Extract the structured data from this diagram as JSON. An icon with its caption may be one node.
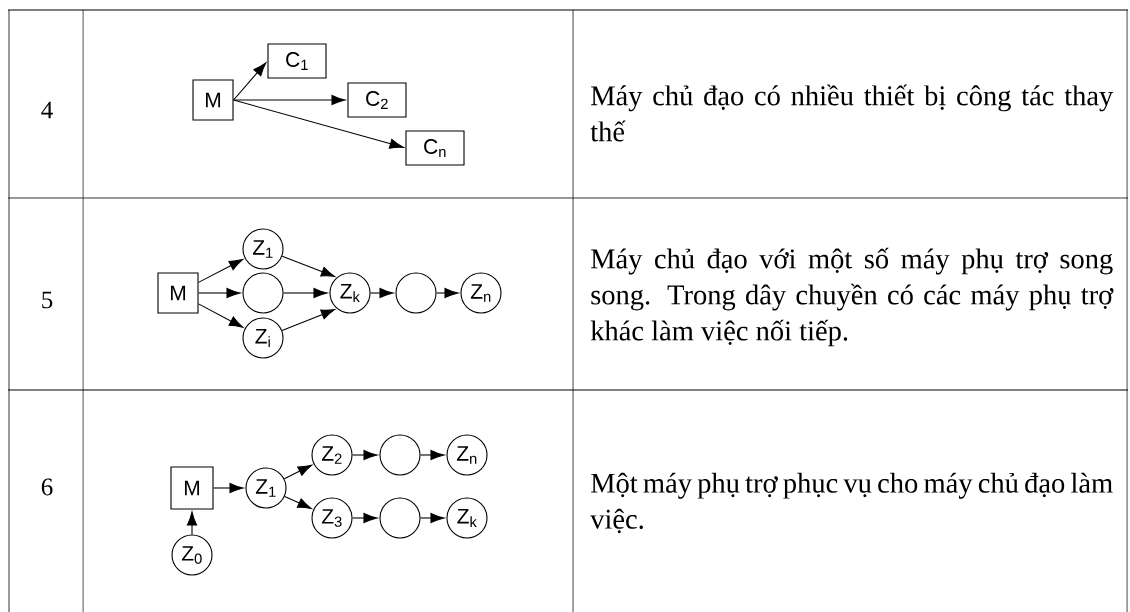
{
  "diagram": {
    "nodes": [
      {
        "text": [
          "M"
        ]
      },
      {
        "text": [
          "C$_{1}$"
        ]
      },
      {
        "text": [
          "C$_{2}$"
        ]
      },
      {
        "text": [
          "C$_{n}$"
        ]
      },
      {
        "text": [
          "M"
        ]
      },
      {
        "text": [
          "Z$_{1}$"
        ]
      },
      {
        "text": [],
        "shape": "circle"
      },
      {
        "text": [
          "Z$_{i}$"
        ]
      },
      {
        "text": [
          "Z$_{k}$"
        ]
      },
      {
        "text": [],
        "shape": "circle"
      },
      {
        "text": [
          "Z$_{n}$"
        ]
      },
      {
        "text": [
          "M"
        ]
      },
      {
        "text": [
          "Z$_{1}$"
        ]
      },
      {
        "text": [
          "Z$_{2}$"
        ]
      },
      {
        "text": [],
        "shape": "circle"
      },
      {
        "text": [
          "Z$_{n}$"
        ]
      },
      {
        "text": [
          "Z$_{3}$"
        ]
      },
      {
        "text": [],
        "shape": "circle"
      },
      {
        "text": [
          "Z$_{k}$"
        ]
      },
      {
        "text": [
          "Z$_{0}$"
        ]
      }
    ],
    "edges": [
      {
        "from": 0,
        "to": 1,
        "arrow": "to"
      },
      {
        "from": 0,
        "to": 2,
        "arrow": "to"
      },
      {
        "from": 0,
        "to": 3,
        "arrow": "to"
      },
      {
        "from": 4,
        "to": 5,
        "arrow": "to"
      },
      {
        "from": 4,
        "to": 6,
        "arrow": "to"
      },
      {
        "from": 4,
        "to": 7,
        "arrow": "to"
      },
      {
        "from": 5,
        "to": 8,
        "arrow": "to"
      },
      {
        "from": 6,
        "to": 8,
        "arrow": "to"
      },
      {
        "from": 7,
        "to": 8,
        "arrow": "to"
      },
      {
        "from": 8,
        "to": 9,
        "arrow": "to"
      },
      {
        "from": 9,
        "to": 10,
        "arrow": "to"
      },
      {
        "from": 11,
        "to": 12,
        "arrow": "to"
      },
      {
        "from": 12,
        "to": 13,
        "arrow": "to"
      },
      {
        "from": 12,
        "to": 16,
        "arrow": "to"
      },
      {
        "from": 13,
        "to": 14,
        "arrow": "to"
      },
      {
        "from": 14,
        "to": 15,
        "arrow": "to"
      },
      {
        "from": 16,
        "to": 17,
        "arrow": "to"
      },
      {
        "from": 17,
        "to": 18,
        "arrow": "to"
      },
      {
        "from": 19,
        "to": 11,
        "arrow": "to"
      }
    ],
    "labels": [
      "4",
      "Máy chủ đạo có nhiều thiết bị công tác thay thế",
      "5",
      "Máy chủ đạo với một số máy phụ trợ song song. Trong dây chuyền có các máy phụ trợ khác làm việc nối tiếp.",
      "6",
      "Một máy phụ trợ phục vụ cho máy chủ đạo làm việc."
    ]
  }
}
